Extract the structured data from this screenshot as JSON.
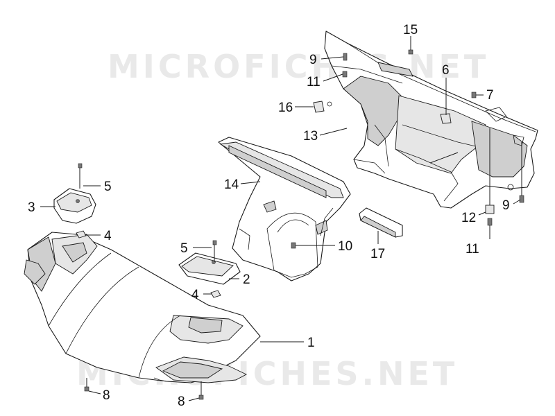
{
  "watermark": {
    "text": "MICROFICHES.NET"
  },
  "callouts": [
    {
      "id": "c1",
      "label": "1"
    },
    {
      "id": "c2",
      "label": "2"
    },
    {
      "id": "c3",
      "label": "3"
    },
    {
      "id": "c4a",
      "label": "4"
    },
    {
      "id": "c4b",
      "label": "4"
    },
    {
      "id": "c5a",
      "label": "5"
    },
    {
      "id": "c5b",
      "label": "5"
    },
    {
      "id": "c6",
      "label": "6"
    },
    {
      "id": "c7",
      "label": "7"
    },
    {
      "id": "c8a",
      "label": "8"
    },
    {
      "id": "c8b",
      "label": "8"
    },
    {
      "id": "c9a",
      "label": "9"
    },
    {
      "id": "c9b",
      "label": "9"
    },
    {
      "id": "c10",
      "label": "10"
    },
    {
      "id": "c11a",
      "label": "11"
    },
    {
      "id": "c11b",
      "label": "11"
    },
    {
      "id": "c12",
      "label": "12"
    },
    {
      "id": "c13",
      "label": "13"
    },
    {
      "id": "c14",
      "label": "14"
    },
    {
      "id": "c15",
      "label": "15"
    },
    {
      "id": "c16",
      "label": "16"
    },
    {
      "id": "c17",
      "label": "17"
    }
  ]
}
